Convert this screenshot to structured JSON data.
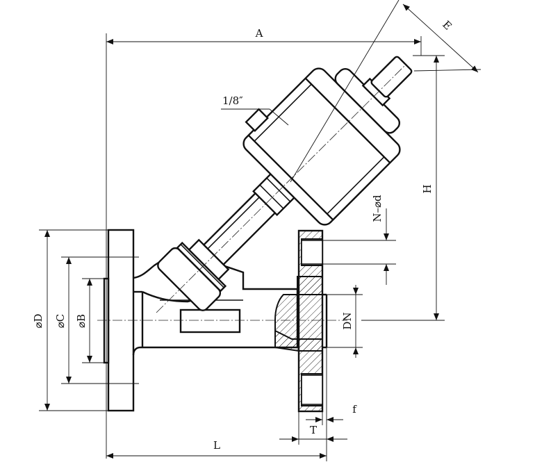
{
  "labels": {
    "A": "A",
    "E": "E",
    "H": "H",
    "L": "L",
    "T": "T",
    "f": "f",
    "DN": "DN",
    "D": "⌀D",
    "C": "⌀C",
    "B": "⌀B",
    "Nd": "N–⌀d",
    "port": "1/8″"
  }
}
